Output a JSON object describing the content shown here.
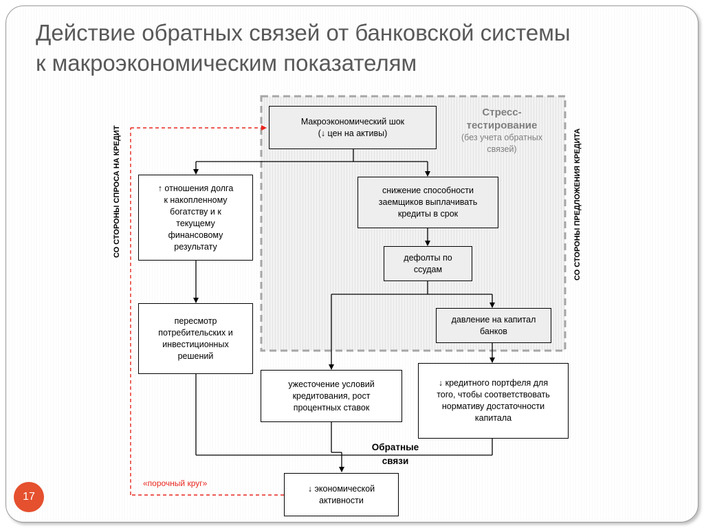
{
  "title": {
    "line1": "Действие обратных связей от банковской системы",
    "line2": "к макроэкономическим показателям"
  },
  "stress_test": {
    "heading_line1": "Стресс-",
    "heading_line2": "тестирование",
    "note_line1": "(без учета обратных",
    "note_line2": "связей)"
  },
  "side_labels": {
    "left": "СО СТОРОНЫ СПРОСА НА КРЕДИТ",
    "right": "СО СТОРОНЫ ПРЕДЛОЖЕНИЯ КРЕДИТА"
  },
  "boxes": {
    "shock": [
      "Макроэкономический шок",
      "(↓ цен на активы)"
    ],
    "debt_ratio": [
      "↑ отношения долга",
      "к накопленному",
      "богатству и к",
      "текущему",
      "финансовому",
      "результату"
    ],
    "repay_ability": [
      "снижение способности",
      "заемщиков выплачивать",
      "кредиты в срок"
    ],
    "defaults": [
      "дефолты по",
      "ссудам"
    ],
    "capital_pressure": [
      "давление на капитал",
      "банков"
    ],
    "revision": [
      "пересмотр",
      "потребительских и",
      "инвестиционных",
      "решений"
    ],
    "tightening": [
      "ужесточение условий",
      "кредитования, рост",
      "процентных ставок"
    ],
    "portfolio": [
      "↓ кредитного портфеля для",
      "того, чтобы соответствовать",
      "нормативу достаточности",
      "капитала"
    ],
    "activity": [
      "↓ экономической",
      "активности"
    ]
  },
  "feedback_label": [
    "Обратные",
    "связи"
  ],
  "vicious_circle": "«порочный круг»",
  "page_number": "17",
  "colors": {
    "title": "#595959",
    "stress_text": "#7f7f7f",
    "dashed_red": "#e8251e",
    "page_badge": "#e5502e"
  }
}
